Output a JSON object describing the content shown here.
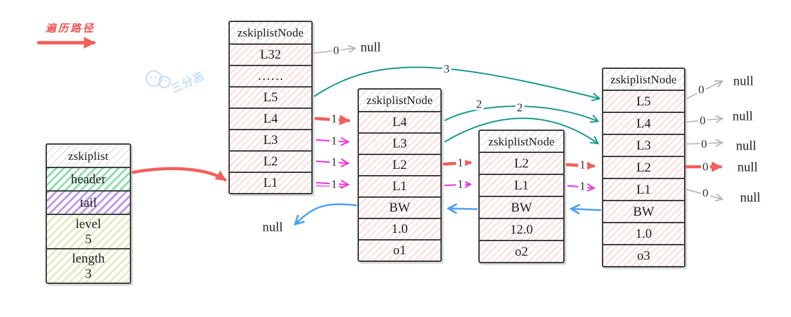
{
  "legend": {
    "label": "遍历路径"
  },
  "watermark": {
    "text": "三分恶"
  },
  "zskiplist": {
    "title": "zskiplist",
    "header": "header",
    "tail": "tail",
    "level_label": "level",
    "level_value": "5",
    "length_label": "length",
    "length_value": "3"
  },
  "nodes": [
    {
      "title": "zskiplistNode",
      "rows": [
        "L32",
        "……",
        "L5",
        "L4",
        "L3",
        "L2",
        "L1"
      ]
    },
    {
      "title": "zskiplistNode",
      "rows": [
        "L4",
        "L3",
        "L2",
        "L1",
        "BW",
        "1.0",
        "o1"
      ]
    },
    {
      "title": "zskiplistNode",
      "rows": [
        "L2",
        "L1",
        "BW",
        "12.0",
        "o2"
      ]
    },
    {
      "title": "zskiplistNode",
      "rows": [
        "L5",
        "L4",
        "L3",
        "L2",
        "L1",
        "BW",
        "1.0",
        "o3"
      ]
    }
  ],
  "arrow_labels": {
    "n1_l32": "0",
    "n1_l5": "3",
    "n1_l4": "1",
    "n1_l3": "1",
    "n1_l2": "1",
    "n1_l1": "1",
    "n2_l4": "2",
    "n2_l3": "2",
    "n2_l2": "1",
    "n2_l1": "1",
    "n3_l2": "1",
    "n3_l1": "1",
    "n4_l5": "0",
    "n4_l4": "0",
    "n4_l3": "0",
    "n4_l2": "0",
    "n4_l1": "0"
  },
  "null_labels": {
    "top": "null",
    "right": [
      "null",
      "null",
      "null",
      "null",
      "null"
    ],
    "backward": "null"
  },
  "colors": {
    "traverse_red": "#f0605c",
    "level1_magenta": "#ee2fdc",
    "span_teal": "#17998a",
    "null_gray": "#b3b1b1",
    "backward_blue": "#4d9ef7",
    "header_green": "#49c97a",
    "tail_purple": "#9655d6",
    "meta_lime": "#cadd8e",
    "node_pink": "#f0a9a6",
    "border_dark": "#3f3f3f",
    "watermark_blue": "#bcd9f5"
  }
}
